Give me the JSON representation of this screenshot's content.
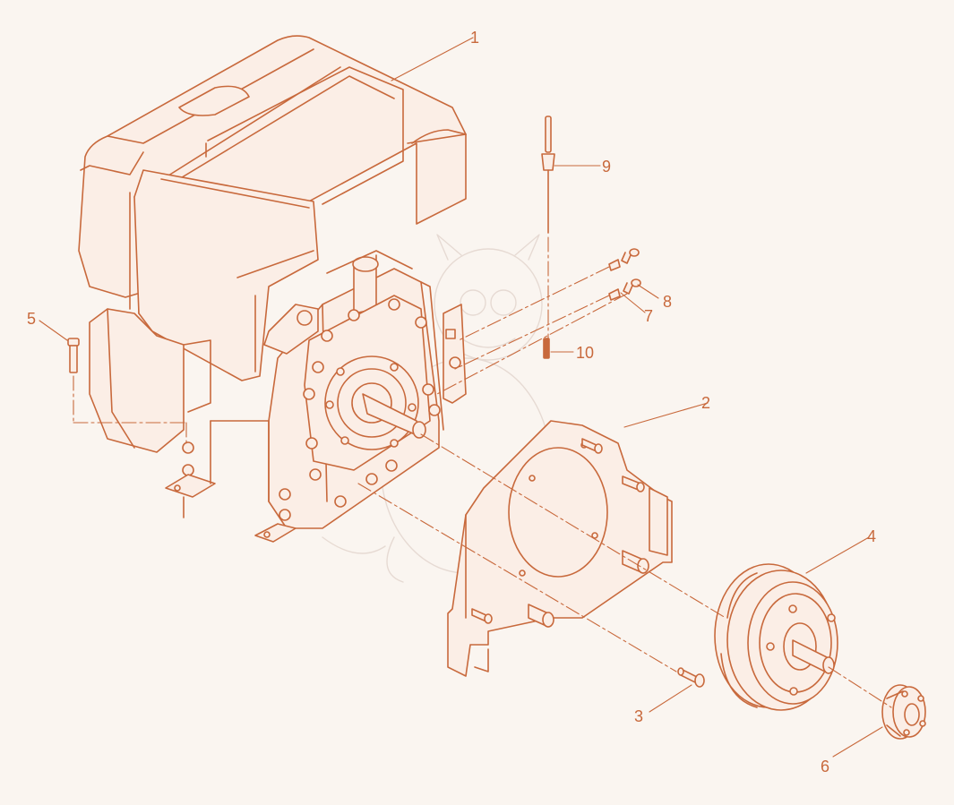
{
  "colors": {
    "background": "#faf5f0",
    "stroke": "#c8693c",
    "fill_light": "#fbeee6",
    "watermark": "#d9cbc3"
  },
  "callouts": [
    {
      "id": "1",
      "label": "1"
    },
    {
      "id": "2",
      "label": "2"
    },
    {
      "id": "3",
      "label": "3"
    },
    {
      "id": "4",
      "label": "4"
    },
    {
      "id": "5",
      "label": "5"
    },
    {
      "id": "6",
      "label": "6"
    },
    {
      "id": "7",
      "label": "7"
    },
    {
      "id": "8",
      "label": "8"
    },
    {
      "id": "9",
      "label": "9"
    },
    {
      "id": "10",
      "label": "10"
    }
  ]
}
